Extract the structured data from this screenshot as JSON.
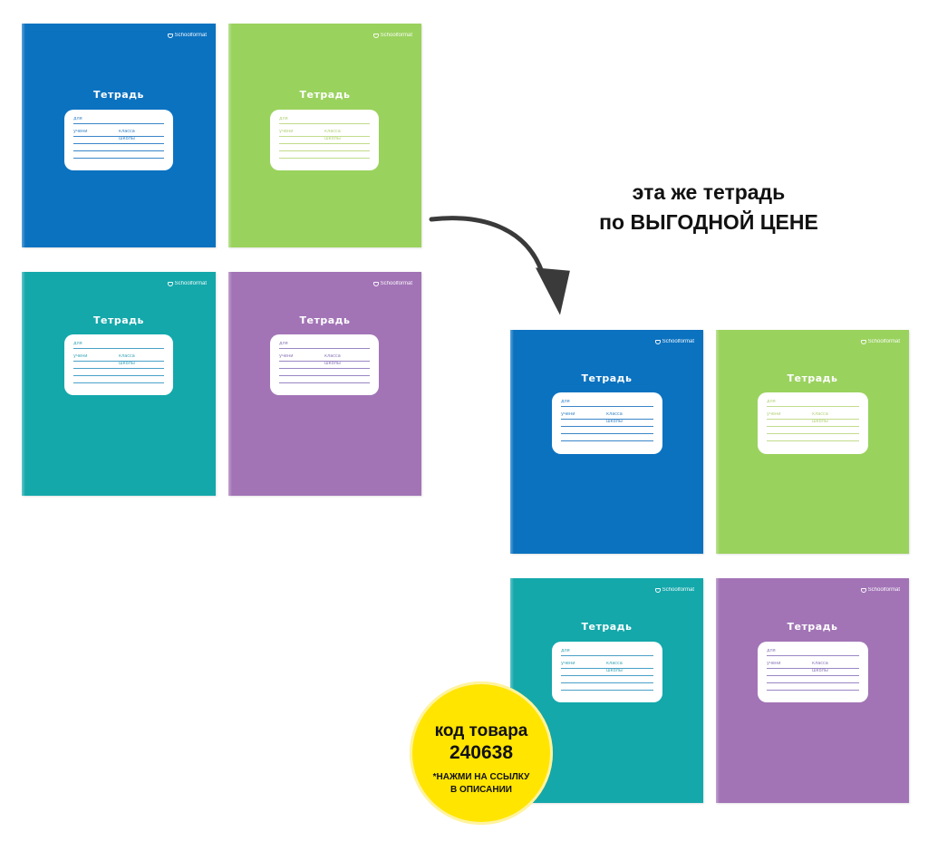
{
  "notebook": {
    "title": "Тетрадь",
    "brand": "Schoolformat",
    "field_for": "для",
    "field_student": "учени",
    "field_class": "класса",
    "field_school": "школы"
  },
  "colors": {
    "blue": "#0b72c0",
    "green": "#9ad25e",
    "teal": "#14a8ab",
    "purple": "#a274b6",
    "badge": "#ffe500"
  },
  "heading": {
    "line1": "эта же тетрадь",
    "line2": "по ВЫГОДНОЙ ЦЕНЕ"
  },
  "badge": {
    "code_label": "код товара",
    "code_number": "240638",
    "note_line1": "*НАЖМИ НА ССЫЛКУ",
    "note_line2": "В ОПИСАНИИ"
  }
}
